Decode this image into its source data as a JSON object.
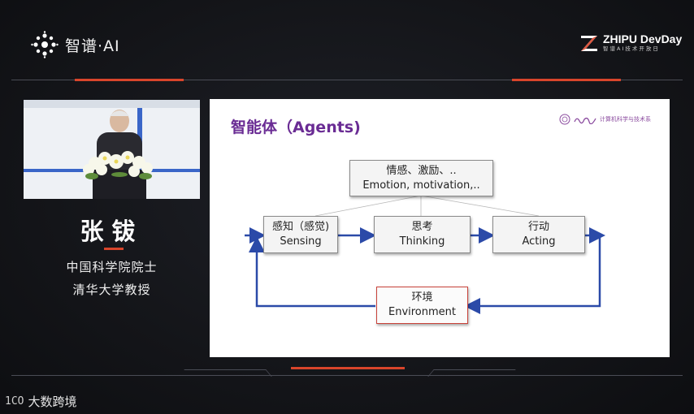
{
  "header": {
    "brand_left": "智谱·AI",
    "brand_right_name": "ZHIPU DevDay",
    "brand_right_sub": "智谱AI技术开放日"
  },
  "speaker": {
    "name": "张钹",
    "titles": [
      "中国科学院院士",
      "清华大学教授"
    ]
  },
  "slide": {
    "title": "智能体（Agents)",
    "logo_text": "计算机科学与技术系",
    "boxes": {
      "emotion": {
        "cn": "情感、激励、..",
        "en": "Emotion, motivation,.."
      },
      "sensing": {
        "cn": "感知（感觉)",
        "en": "Sensing"
      },
      "thinking": {
        "cn": "思考",
        "en": "Thinking"
      },
      "acting": {
        "cn": "行动",
        "en": "Acting"
      },
      "environment": {
        "cn": "环境",
        "en": "Environment"
      }
    },
    "colors": {
      "title": "#6a2c94",
      "arrow": "#2b4aa8",
      "env_border": "#c9423a"
    }
  },
  "watermark": {
    "text": "大数跨境",
    "logo": "1CO"
  }
}
